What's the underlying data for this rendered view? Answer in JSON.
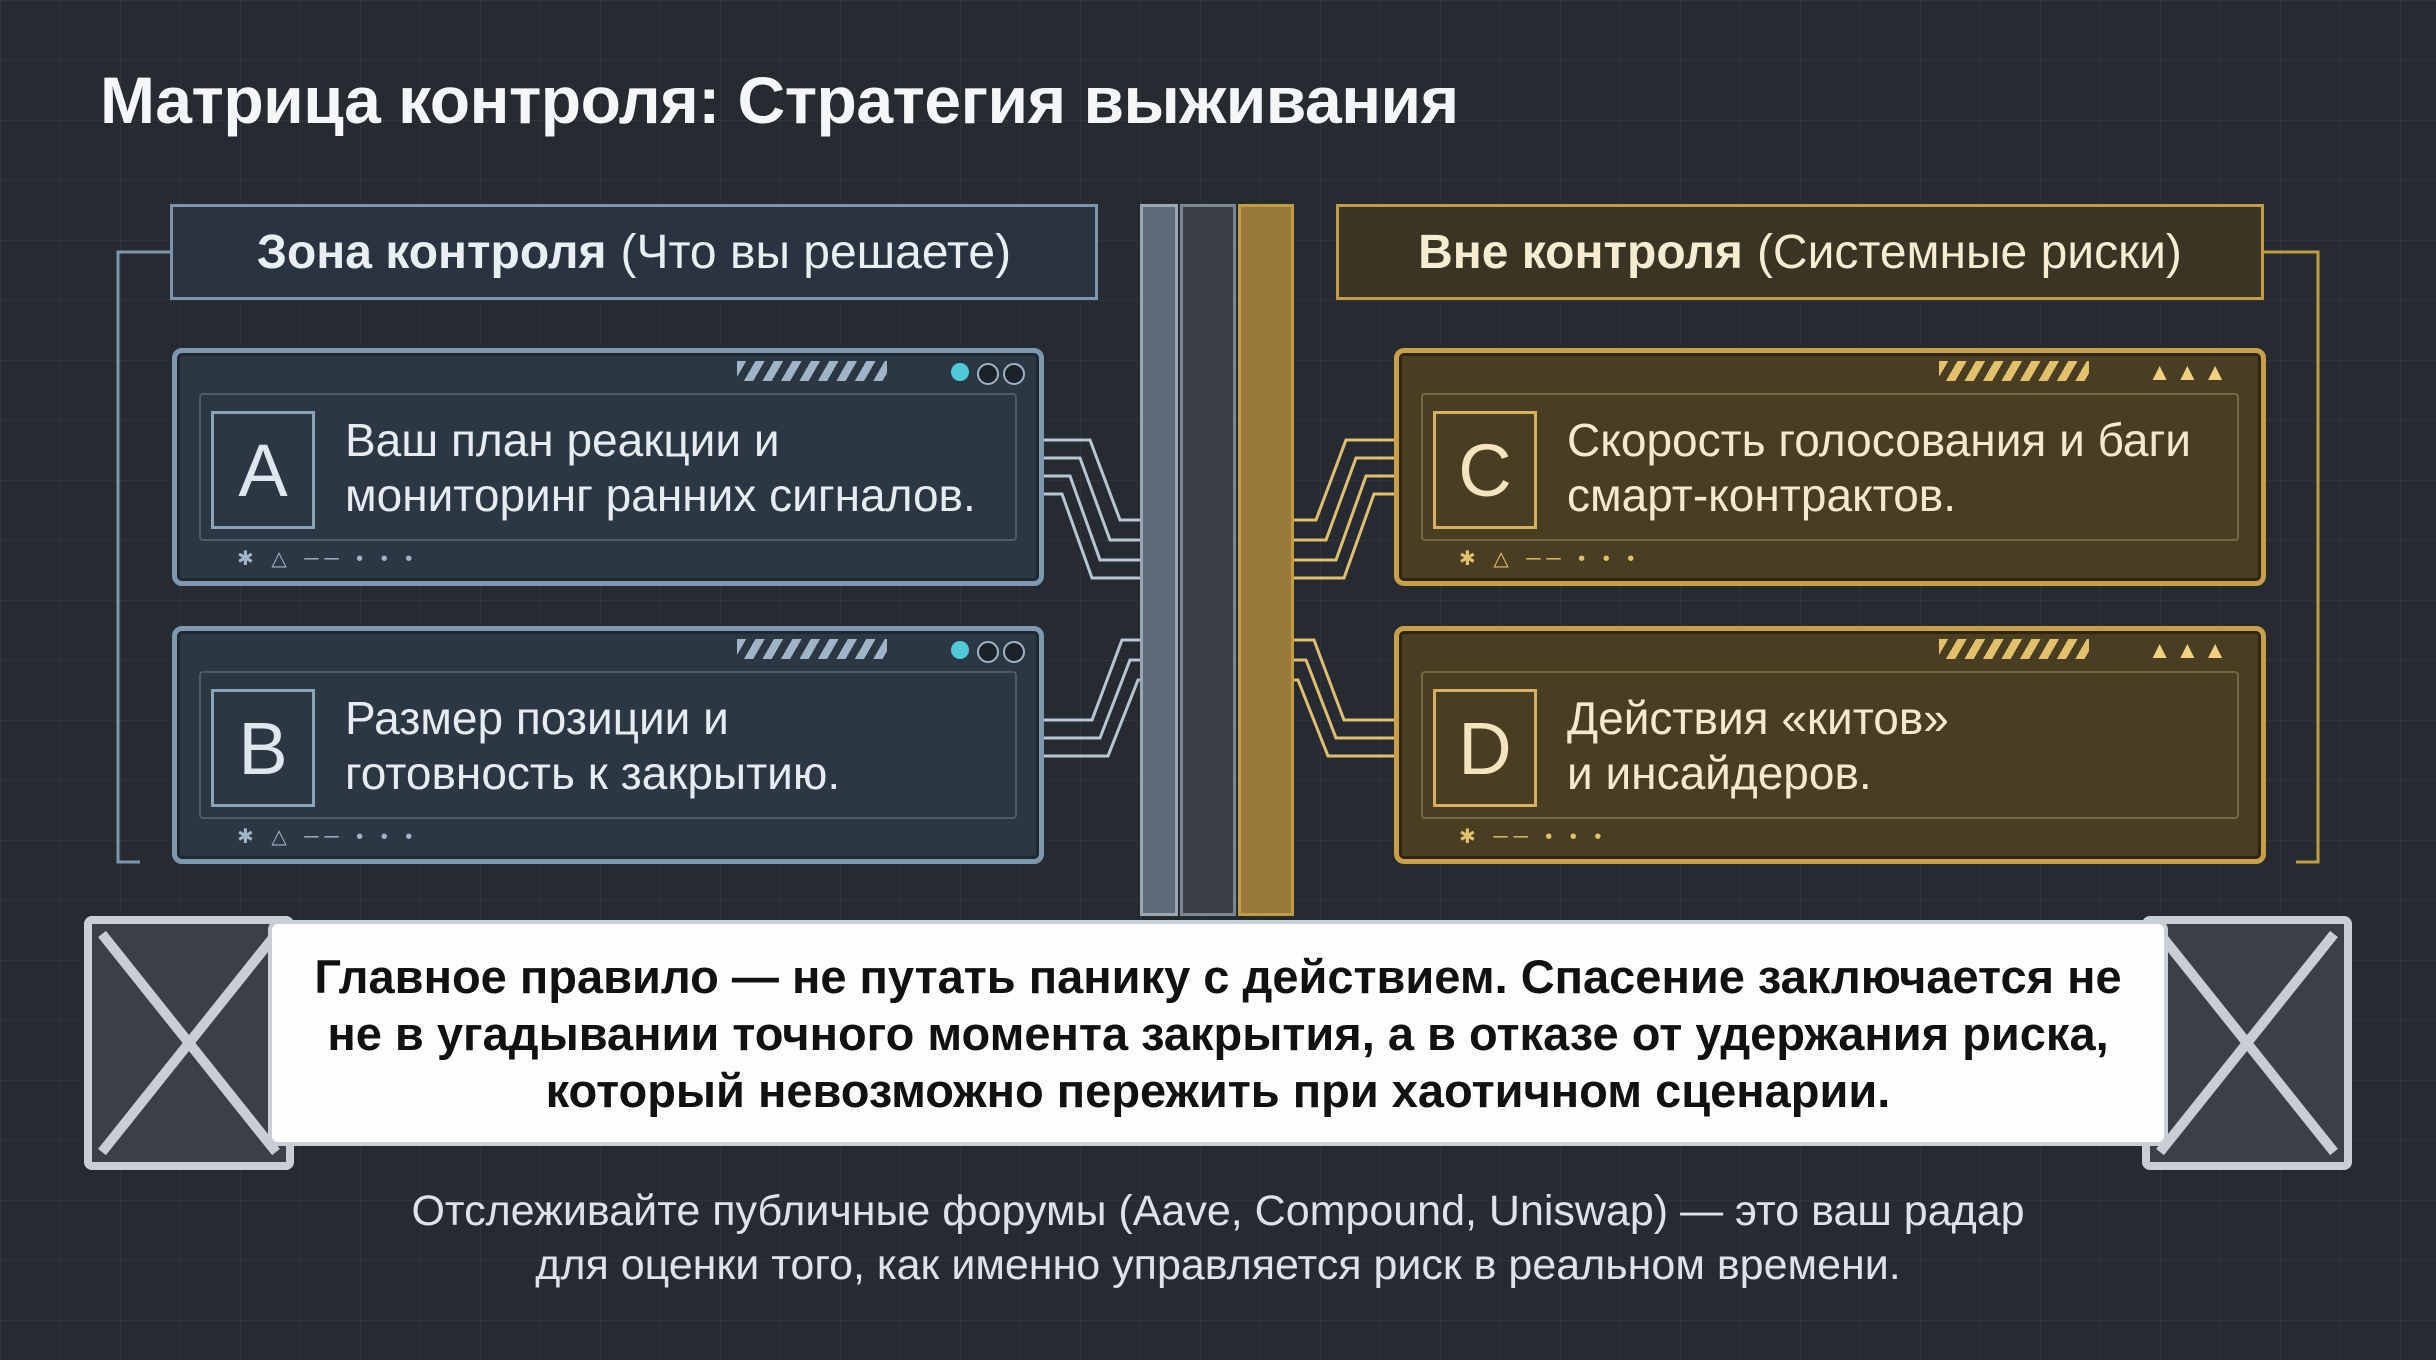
{
  "title": "Матрица контроля: Стратегия выживания",
  "columns": {
    "control": {
      "bold": "Зона контроля",
      "rest": "(Что вы решаете)",
      "color": "#7d98b0"
    },
    "outside": {
      "bold": "Вне контроля",
      "rest": "(Системные риски)",
      "color": "#c8a04a"
    }
  },
  "cards": [
    {
      "letter": "A",
      "line1": "Ваш план реакции и",
      "line2": "мониторинг ранних сигналов."
    },
    {
      "letter": "B",
      "line1": "Размер позиции и",
      "line2": "готовность к закрытию."
    },
    {
      "letter": "C",
      "line1": "Скорость голосования и баги",
      "line2": "смарт-контрактов."
    },
    {
      "letter": "D",
      "line1": "Действия «китов»",
      "line2": "и инсайдеров."
    }
  ],
  "rule": {
    "line1": "Главное правило — не путать панику с действием. Спасение заключается не",
    "line2": "не в угадывании точного момента закрытия, а в отказе от удержания риска,",
    "line3": "который невозможно пережить при хаотичном сценарии."
  },
  "note": {
    "line1": "Отслеживайте публичные форумы (Aave, Compound, Uniswap) — это ваш радар",
    "line2": "для оценки того, как именно управляется риск в реальном времени."
  }
}
